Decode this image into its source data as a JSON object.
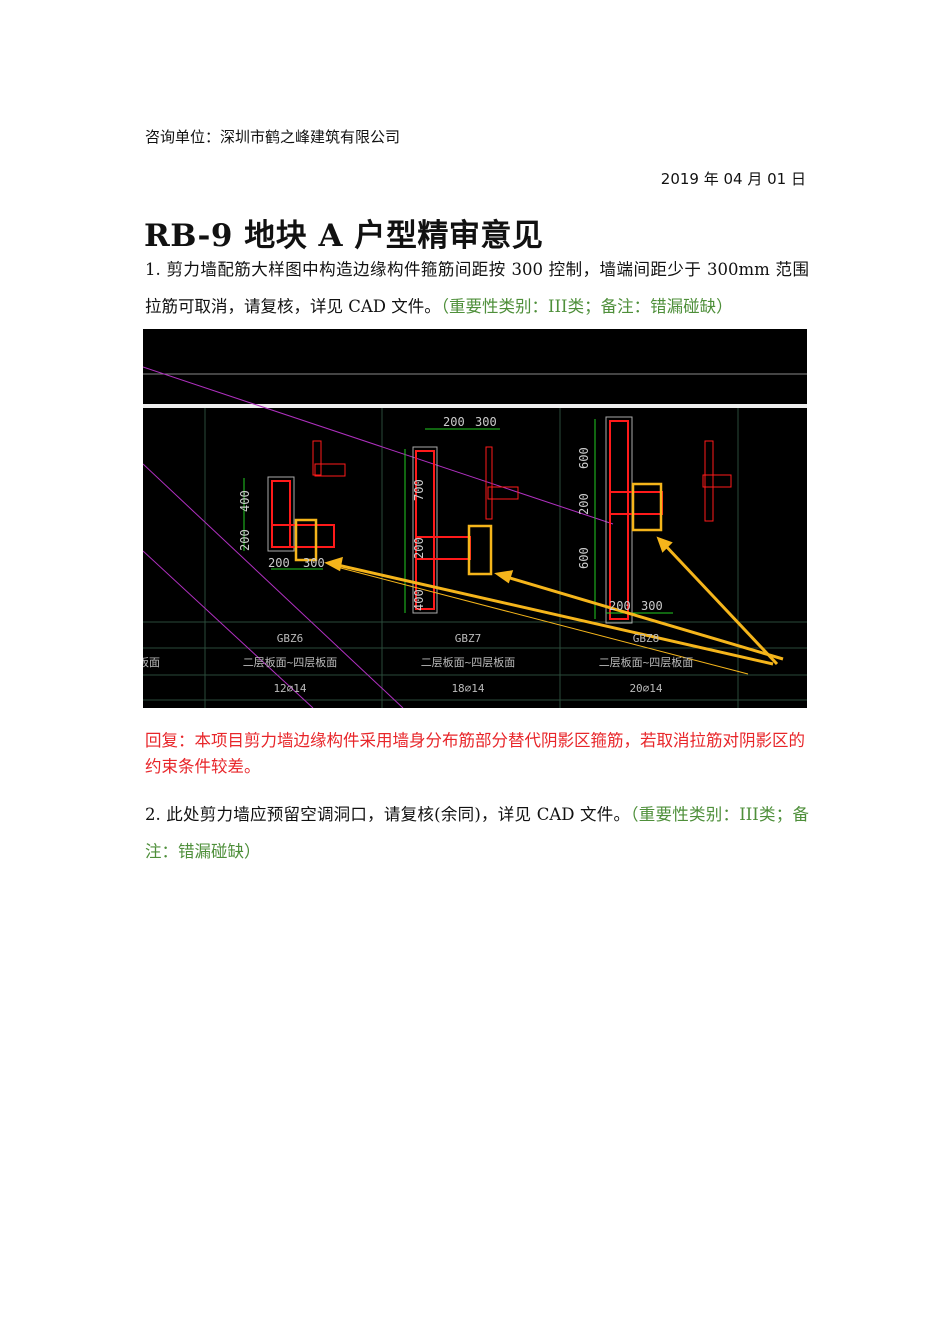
{
  "header": {
    "organization": "咨询单位：深圳市鹤之峰建筑有限公司",
    "date": "2019 年 04 月 01 日"
  },
  "title": "RB-9 地块 A 户型精审意见",
  "items": [
    {
      "text": "1. 剪力墙配筋大样图中构造边缘构件箍筋间距按 300 控制，墙端间距少于 300mm 范围拉筋可取消，请复核，详见 CAD 文件。",
      "note": "（重要性类别：III类；备注：错漏碰缺）",
      "reply": "回复：本项目剪力墙边缘构件采用墙身分布筋部分替代阴影区箍筋，若取消拉筋对阴影区的约束条件较差。"
    },
    {
      "text": "2. 此处剪力墙应预留空调洞口，请复核(余同)，详见 CAD 文件。",
      "note": "（重要性类别：III类；备注：错漏碰缺）"
    }
  ],
  "cad": {
    "columns": [
      {
        "name": "GBZ6",
        "floors": "二层板面~四层板面",
        "rebar": "12⌀14",
        "dims": [
          "400",
          "200",
          "200",
          "300"
        ]
      },
      {
        "name": "GBZ7",
        "floors": "二层板面~四层板面",
        "rebar": "18⌀14",
        "dims": [
          "200",
          "300",
          "700",
          "200",
          "400"
        ]
      },
      {
        "name": "GBZ8",
        "floors": "二层板面~四层板面",
        "rebar": "20⌀14",
        "dims": [
          "600",
          "200",
          "600",
          "200",
          "300"
        ]
      }
    ],
    "left_partial": "板面",
    "colors": {
      "rebar": "#ff1a1a",
      "dim": "#22cc22",
      "highlight": "#f5b51b",
      "guide": "#b030c0"
    }
  }
}
